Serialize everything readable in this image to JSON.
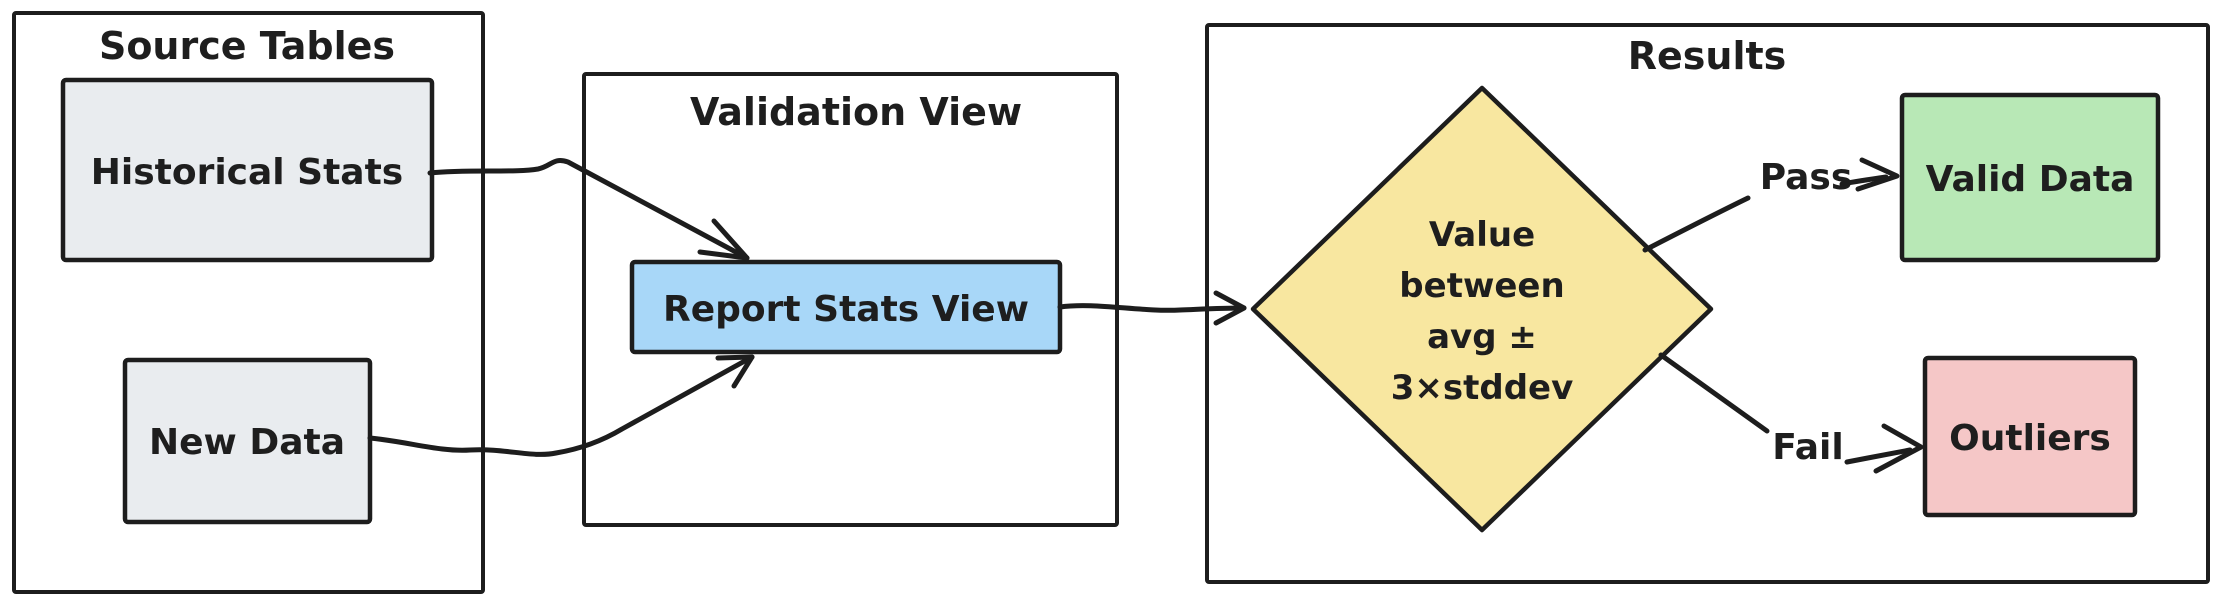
{
  "diagram": {
    "background": "#ffffff",
    "stroke_color": "#1d1d1d",
    "containers": {
      "source_tables": {
        "label": "Source Tables"
      },
      "validation_view": {
        "label": "Validation View"
      },
      "results": {
        "label": "Results"
      }
    },
    "nodes": {
      "historical_stats": {
        "label": "Historical Stats",
        "fill": "#e9ecef"
      },
      "new_data": {
        "label": "New Data",
        "fill": "#e9ecef"
      },
      "report_stats_view": {
        "label": "Report Stats View",
        "fill": "#a8d7f8"
      },
      "decision": {
        "lines": [
          "Value",
          "between",
          "avg ±",
          "3×stddev"
        ],
        "fill": "#f8e7a0"
      },
      "valid_data": {
        "label": "Valid Data",
        "fill": "#b8e8b6"
      },
      "outliers": {
        "label": "Outliers",
        "fill": "#f5c7c7"
      }
    },
    "edges": {
      "pass": {
        "label": "Pass"
      },
      "fail": {
        "label": "Fail"
      }
    }
  }
}
